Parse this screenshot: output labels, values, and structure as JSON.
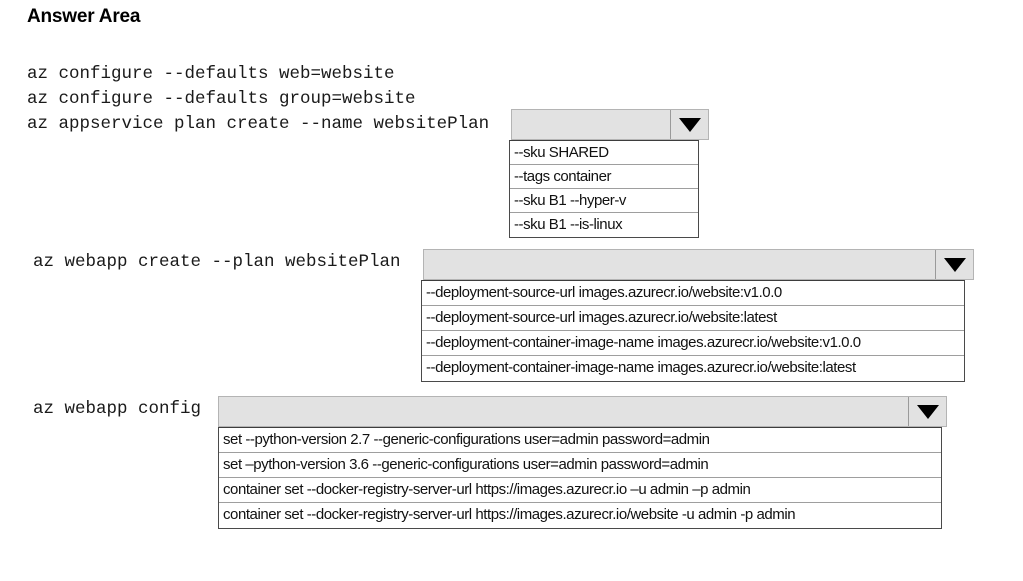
{
  "page": {
    "title": "Answer Area"
  },
  "commands": {
    "line1": "az configure --defaults web=website",
    "line2": "az configure --defaults group=website",
    "line3": "az appservice plan create --name websitePlan",
    "line4": "az webapp create --plan websitePlan",
    "line5": "az webapp config"
  },
  "dropdowns": [
    {
      "name": "sku-dropdown",
      "selected": "",
      "arrow_icon": "chevron-down-icon",
      "options": [
        "--sku SHARED",
        "--tags container",
        "--sku B1 --hyper-v",
        "--sku B1 --is-linux"
      ]
    },
    {
      "name": "deployment-dropdown",
      "selected": "",
      "arrow_icon": "chevron-down-icon",
      "options": [
        "--deployment-source-url images.azurecr.io/website:v1.0.0",
        "--deployment-source-url images.azurecr.io/website:latest",
        "--deployment-container-image-name images.azurecr.io/website:v1.0.0",
        "--deployment-container-image-name images.azurecr.io/website:latest"
      ]
    },
    {
      "name": "config-dropdown",
      "selected": "",
      "arrow_icon": "chevron-down-icon",
      "options": [
        "set --python-version 2.7 --generic-configurations user=admin password=admin",
        "set –python-version 3.6 --generic-configurations user=admin password=admin",
        "container set --docker-registry-server-url https://images.azurecr.io –u admin –p admin",
        "container set --docker-registry-server-url https://images.azurecr.io/website -u admin -p admin"
      ]
    }
  ],
  "colors": {
    "dropdown_background": "#e2e2e2",
    "dropdown_border": "#b4b4b4",
    "list_border": "#4a4a4a",
    "option_separator": "#9e9e9e",
    "text": "#111111"
  }
}
